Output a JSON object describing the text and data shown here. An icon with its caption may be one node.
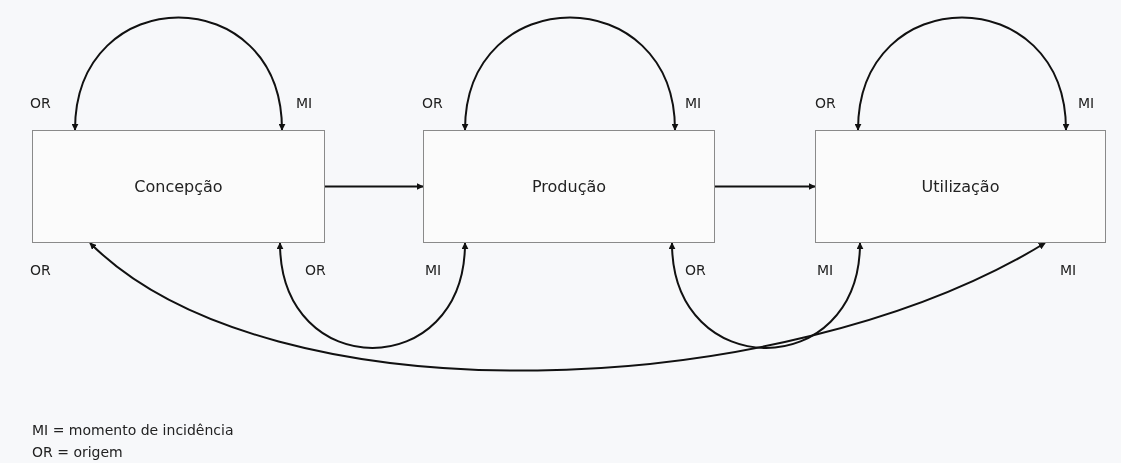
{
  "diagram": {
    "nodes": [
      {
        "text": [
          "Concepção"
        ]
      },
      {
        "text": [
          "Produção"
        ]
      },
      {
        "text": [
          "Utilização"
        ]
      }
    ],
    "edges": [
      {
        "from": 0,
        "to": 0,
        "arrow": "both"
      },
      {
        "from": 0,
        "to": 1,
        "arrow": "to"
      },
      {
        "from": 1,
        "to": 1,
        "arrow": "both"
      },
      {
        "from": 1,
        "to": 2,
        "arrow": "to"
      },
      {
        "from": 2,
        "to": 2,
        "arrow": "both"
      },
      {
        "from": 0,
        "to": 1,
        "arrow": "both"
      },
      {
        "from": 1,
        "to": 2,
        "arrow": "both"
      },
      {
        "from": 0,
        "to": 2,
        "arrow": "both"
      }
    ],
    "labels": [
      "OR",
      "MI",
      "OR",
      "MI",
      "OR",
      "MI",
      "OR",
      "OR",
      "MI",
      "OR",
      "MI",
      "MI",
      "MI = momento de incidência",
      "OR = origem"
    ]
  }
}
